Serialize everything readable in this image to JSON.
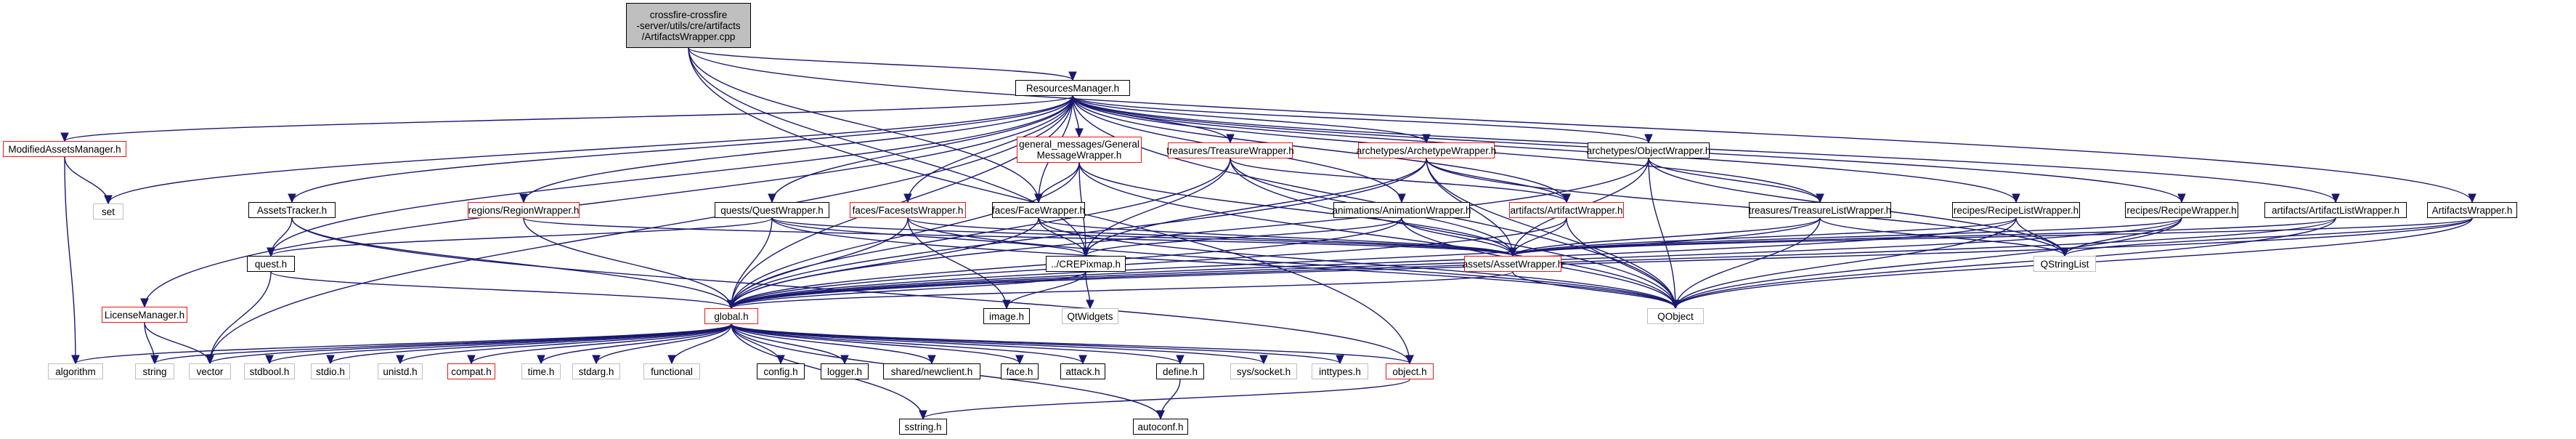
{
  "colors": {
    "edge": "#191970",
    "border_black": "#000000",
    "border_red": "#e8171a",
    "border_gray": "#bfbfbf",
    "focus_fill": "#bfbfbf"
  },
  "nodes": [
    {
      "id": "root",
      "label": "crossfire-crossfire\n-server/utils/cre/artifacts\n/ArtifactsWrapper.cpp",
      "style": "focus"
    },
    {
      "id": "resmgr",
      "label": "ResourcesManager.h",
      "style": "black"
    },
    {
      "id": "modassets",
      "label": "ModifiedAssetsManager.h",
      "style": "red"
    },
    {
      "id": "set",
      "label": "set",
      "style": "gray"
    },
    {
      "id": "assetstracker",
      "label": "AssetsTracker.h",
      "style": "black"
    },
    {
      "id": "quest",
      "label": "quest.h",
      "style": "black"
    },
    {
      "id": "licensemgr",
      "label": "LicenseManager.h",
      "style": "red"
    },
    {
      "id": "regionwrapper",
      "label": "regions/RegionWrapper.h",
      "style": "red"
    },
    {
      "id": "questwrapper",
      "label": "quests/QuestWrapper.h",
      "style": "black"
    },
    {
      "id": "facesetswrapper",
      "label": "faces/FacesetsWrapper.h",
      "style": "red"
    },
    {
      "id": "facewrapper",
      "label": "faces/FaceWrapper.h",
      "style": "black"
    },
    {
      "id": "genmsgwrapper",
      "label": "general_messages/General\nMessageWrapper.h",
      "style": "red"
    },
    {
      "id": "treasurewrapper",
      "label": "treasures/TreasureWrapper.h",
      "style": "red"
    },
    {
      "id": "animwrapper",
      "label": "animations/AnimationWrapper.h",
      "style": "black"
    },
    {
      "id": "archwrapper",
      "label": "archetypes/ArchetypeWrapper.h",
      "style": "red"
    },
    {
      "id": "objwrapper",
      "label": "archetypes/ObjectWrapper.h",
      "style": "black"
    },
    {
      "id": "artwrapper",
      "label": "artifacts/ArtifactWrapper.h",
      "style": "red"
    },
    {
      "id": "treasurelistwrapper",
      "label": "treasures/TreasureListWrapper.h",
      "style": "black"
    },
    {
      "id": "recipelistwrapper",
      "label": "recipes/RecipeListWrapper.h",
      "style": "black"
    },
    {
      "id": "recipewrapper",
      "label": "recipes/RecipeWrapper.h",
      "style": "black"
    },
    {
      "id": "artlistwrapper",
      "label": "artifacts/ArtifactListWrapper.h",
      "style": "black"
    },
    {
      "id": "artsw",
      "label": "ArtifactsWrapper.h",
      "style": "black"
    },
    {
      "id": "crepixmap",
      "label": "../CREPixmap.h",
      "style": "black"
    },
    {
      "id": "assetwrapper",
      "label": "assets/AssetWrapper.h",
      "style": "red"
    },
    {
      "id": "qstringlist",
      "label": "QStringList",
      "style": "gray"
    },
    {
      "id": "qtwidgets",
      "label": "QtWidgets",
      "style": "gray"
    },
    {
      "id": "imageh",
      "label": "image.h",
      "style": "black"
    },
    {
      "id": "qobject",
      "label": "QObject",
      "style": "gray"
    },
    {
      "id": "global",
      "label": "global.h",
      "style": "red"
    },
    {
      "id": "algorithm",
      "label": "algorithm",
      "style": "gray"
    },
    {
      "id": "string",
      "label": "string",
      "style": "gray"
    },
    {
      "id": "vector",
      "label": "vector",
      "style": "gray"
    },
    {
      "id": "stdbool",
      "label": "stdbool.h",
      "style": "gray"
    },
    {
      "id": "stdio",
      "label": "stdio.h",
      "style": "gray"
    },
    {
      "id": "unistd",
      "label": "unistd.h",
      "style": "gray"
    },
    {
      "id": "compat",
      "label": "compat.h",
      "style": "red"
    },
    {
      "id": "timeh",
      "label": "time.h",
      "style": "gray"
    },
    {
      "id": "stdarg",
      "label": "stdarg.h",
      "style": "gray"
    },
    {
      "id": "functional",
      "label": "functional",
      "style": "gray"
    },
    {
      "id": "config",
      "label": "config.h",
      "style": "black"
    },
    {
      "id": "logger",
      "label": "logger.h",
      "style": "black"
    },
    {
      "id": "sharednewclient",
      "label": "shared/newclient.h",
      "style": "black"
    },
    {
      "id": "faceh",
      "label": "face.h",
      "style": "black"
    },
    {
      "id": "attack",
      "label": "attack.h",
      "style": "black"
    },
    {
      "id": "define",
      "label": "define.h",
      "style": "black"
    },
    {
      "id": "syssocket",
      "label": "sys/socket.h",
      "style": "gray"
    },
    {
      "id": "inttypes",
      "label": "inttypes.h",
      "style": "gray"
    },
    {
      "id": "objecth",
      "label": "object.h",
      "style": "red"
    },
    {
      "id": "sstring",
      "label": "sstring.h",
      "style": "black"
    },
    {
      "id": "autoconf",
      "label": "autoconf.h",
      "style": "black"
    }
  ],
  "edges": [
    [
      "root",
      "resmgr"
    ],
    [
      "root",
      "facewrapper"
    ],
    [
      "root",
      "artsw"
    ],
    [
      "root",
      "objecth"
    ],
    [
      "root",
      "crepixmap"
    ],
    [
      "resmgr",
      "modassets"
    ],
    [
      "resmgr",
      "set"
    ],
    [
      "resmgr",
      "assetstracker"
    ],
    [
      "resmgr",
      "quest"
    ],
    [
      "resmgr",
      "licensemgr"
    ],
    [
      "resmgr",
      "regionwrapper"
    ],
    [
      "resmgr",
      "questwrapper"
    ],
    [
      "resmgr",
      "facesetswrapper"
    ],
    [
      "resmgr",
      "facewrapper"
    ],
    [
      "resmgr",
      "genmsgwrapper"
    ],
    [
      "resmgr",
      "treasurewrapper"
    ],
    [
      "resmgr",
      "animwrapper"
    ],
    [
      "resmgr",
      "archwrapper"
    ],
    [
      "resmgr",
      "objwrapper"
    ],
    [
      "resmgr",
      "artwrapper"
    ],
    [
      "resmgr",
      "treasurelistwrapper"
    ],
    [
      "resmgr",
      "recipelistwrapper"
    ],
    [
      "resmgr",
      "recipewrapper"
    ],
    [
      "resmgr",
      "artlistwrapper"
    ],
    [
      "resmgr",
      "qobject"
    ],
    [
      "resmgr",
      "global"
    ],
    [
      "resmgr",
      "vector"
    ],
    [
      "modassets",
      "algorithm"
    ],
    [
      "modassets",
      "set"
    ],
    [
      "assetstracker",
      "quest"
    ],
    [
      "assetstracker",
      "global"
    ],
    [
      "assetstracker",
      "objecth"
    ],
    [
      "quest",
      "global"
    ],
    [
      "quest",
      "vector"
    ],
    [
      "licensemgr",
      "string"
    ],
    [
      "licensemgr",
      "vector"
    ],
    [
      "regionwrapper",
      "global"
    ],
    [
      "regionwrapper",
      "assetwrapper"
    ],
    [
      "questwrapper",
      "quest"
    ],
    [
      "questwrapper",
      "global"
    ],
    [
      "questwrapper",
      "assetwrapper"
    ],
    [
      "questwrapper",
      "qobject"
    ],
    [
      "questwrapper",
      "crepixmap"
    ],
    [
      "facesetswrapper",
      "global"
    ],
    [
      "facesetswrapper",
      "imageh"
    ],
    [
      "facesetswrapper",
      "assetwrapper"
    ],
    [
      "facesetswrapper",
      "qobject"
    ],
    [
      "facewrapper",
      "global"
    ],
    [
      "facewrapper",
      "crepixmap"
    ],
    [
      "facewrapper",
      "assetwrapper"
    ],
    [
      "facewrapper",
      "qobject"
    ],
    [
      "genmsgwrapper",
      "global"
    ],
    [
      "genmsgwrapper",
      "facewrapper"
    ],
    [
      "genmsgwrapper",
      "crepixmap"
    ],
    [
      "genmsgwrapper",
      "assetwrapper"
    ],
    [
      "genmsgwrapper",
      "qobject"
    ],
    [
      "treasurewrapper",
      "global"
    ],
    [
      "treasurewrapper",
      "crepixmap"
    ],
    [
      "treasurewrapper",
      "assetwrapper"
    ],
    [
      "treasurewrapper",
      "qobject"
    ],
    [
      "treasurewrapper",
      "artwrapper"
    ],
    [
      "animwrapper",
      "global"
    ],
    [
      "animwrapper",
      "crepixmap"
    ],
    [
      "animwrapper",
      "assetwrapper"
    ],
    [
      "animwrapper",
      "qobject"
    ],
    [
      "archwrapper",
      "global"
    ],
    [
      "archwrapper",
      "crepixmap"
    ],
    [
      "archwrapper",
      "artwrapper"
    ],
    [
      "archwrapper",
      "assetwrapper"
    ],
    [
      "archwrapper",
      "qobject"
    ],
    [
      "archwrapper",
      "qstringlist"
    ],
    [
      "objwrapper",
      "global"
    ],
    [
      "objwrapper",
      "treasurelistwrapper"
    ],
    [
      "objwrapper",
      "assetwrapper"
    ],
    [
      "objwrapper",
      "qobject"
    ],
    [
      "objwrapper",
      "qstringlist"
    ],
    [
      "artwrapper",
      "global"
    ],
    [
      "artwrapper",
      "assetwrapper"
    ],
    [
      "artwrapper",
      "qobject"
    ],
    [
      "treasurelistwrapper",
      "global"
    ],
    [
      "treasurelistwrapper",
      "assetwrapper"
    ],
    [
      "treasurelistwrapper",
      "qobject"
    ],
    [
      "treasurelistwrapper",
      "qstringlist"
    ],
    [
      "recipelistwrapper",
      "global"
    ],
    [
      "recipelistwrapper",
      "assetwrapper"
    ],
    [
      "recipelistwrapper",
      "qobject"
    ],
    [
      "recipelistwrapper",
      "qstringlist"
    ],
    [
      "recipewrapper",
      "global"
    ],
    [
      "recipewrapper",
      "assetwrapper"
    ],
    [
      "recipewrapper",
      "qobject"
    ],
    [
      "recipewrapper",
      "qstringlist"
    ],
    [
      "artlistwrapper",
      "global"
    ],
    [
      "artlistwrapper",
      "assetwrapper"
    ],
    [
      "artlistwrapper",
      "qobject"
    ],
    [
      "artsw",
      "global"
    ],
    [
      "artsw",
      "assetwrapper"
    ],
    [
      "artsw",
      "qobject"
    ],
    [
      "artsw",
      "qstringlist"
    ],
    [
      "crepixmap",
      "global"
    ],
    [
      "crepixmap",
      "qtwidgets"
    ],
    [
      "crepixmap",
      "imageh"
    ],
    [
      "assetwrapper",
      "qobject"
    ],
    [
      "assetwrapper",
      "global"
    ],
    [
      "global",
      "algorithm"
    ],
    [
      "global",
      "string"
    ],
    [
      "global",
      "vector"
    ],
    [
      "global",
      "stdbool"
    ],
    [
      "global",
      "stdio"
    ],
    [
      "global",
      "unistd"
    ],
    [
      "global",
      "compat"
    ],
    [
      "global",
      "timeh"
    ],
    [
      "global",
      "stdarg"
    ],
    [
      "global",
      "functional"
    ],
    [
      "global",
      "config"
    ],
    [
      "global",
      "logger"
    ],
    [
      "global",
      "sharednewclient"
    ],
    [
      "global",
      "faceh"
    ],
    [
      "global",
      "attack"
    ],
    [
      "global",
      "define"
    ],
    [
      "global",
      "syssocket"
    ],
    [
      "global",
      "inttypes"
    ],
    [
      "global",
      "objecth"
    ],
    [
      "global",
      "sstring"
    ],
    [
      "global",
      "autoconf"
    ],
    [
      "define",
      "autoconf"
    ],
    [
      "objecth",
      "sstring"
    ]
  ]
}
